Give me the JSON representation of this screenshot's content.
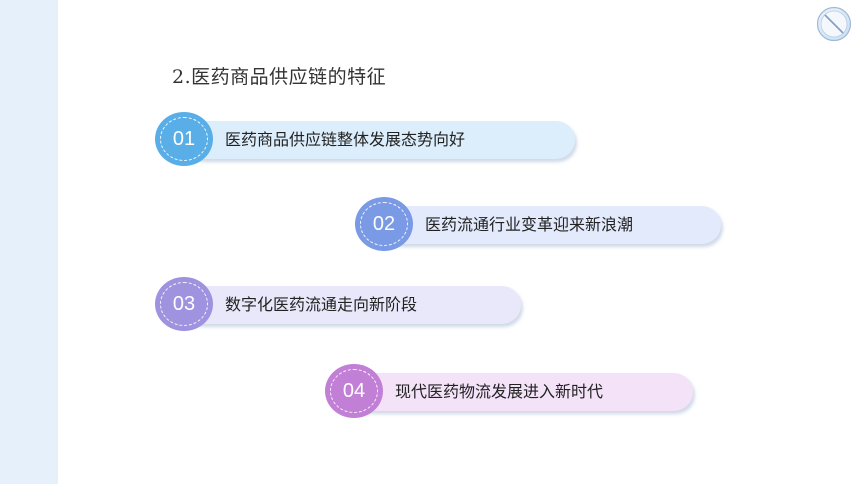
{
  "slide": {
    "title": "2.医药商品供应链的特征"
  },
  "items": [
    {
      "number": "01",
      "label": "医药商品供应链整体发展态势向好",
      "circle_color": "#5aaee8",
      "pill_color": "#dcedfb"
    },
    {
      "number": "02",
      "label": "医药流通行业变革迎来新浪潮",
      "circle_color": "#7b9ae6",
      "pill_color": "#e3eafb"
    },
    {
      "number": "03",
      "label": "数字化医药流通走向新阶段",
      "circle_color": "#9f93e0",
      "pill_color": "#e8e8fa"
    },
    {
      "number": "04",
      "label": "现代医药物流发展进入新时代",
      "circle_color": "#c17fd6",
      "pill_color": "#f3e2f8"
    }
  ],
  "icons": {
    "corner": "circle-slash-logo-icon"
  }
}
